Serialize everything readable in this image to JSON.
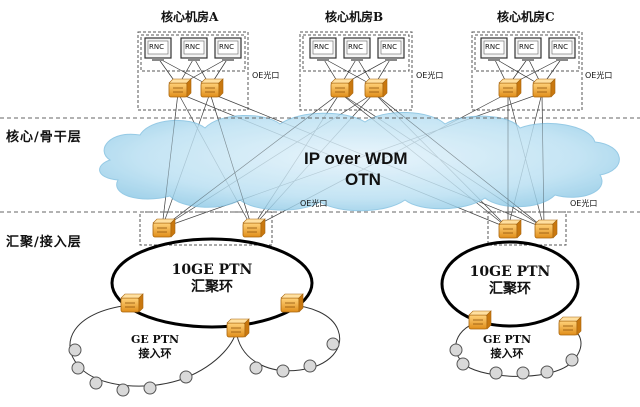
{
  "rooms": {
    "a": "核心机房A",
    "b": "核心机房B",
    "c": "核心机房C"
  },
  "rnc_label": "RNC",
  "port_label": "OE光口",
  "layers": {
    "core": "核心/骨干层",
    "agg": "汇聚/接入层"
  },
  "cloud": {
    "line1": "IP over WDM",
    "line2": "OTN"
  },
  "agg_ring": {
    "speed": "10GE PTN",
    "name": "汇聚环"
  },
  "access_ring": {
    "speed": "GE PTN",
    "name": "接入环"
  },
  "colors": {
    "cloud": "#aad6ee",
    "router": "#f0a830",
    "node": "#d9d9d9"
  }
}
